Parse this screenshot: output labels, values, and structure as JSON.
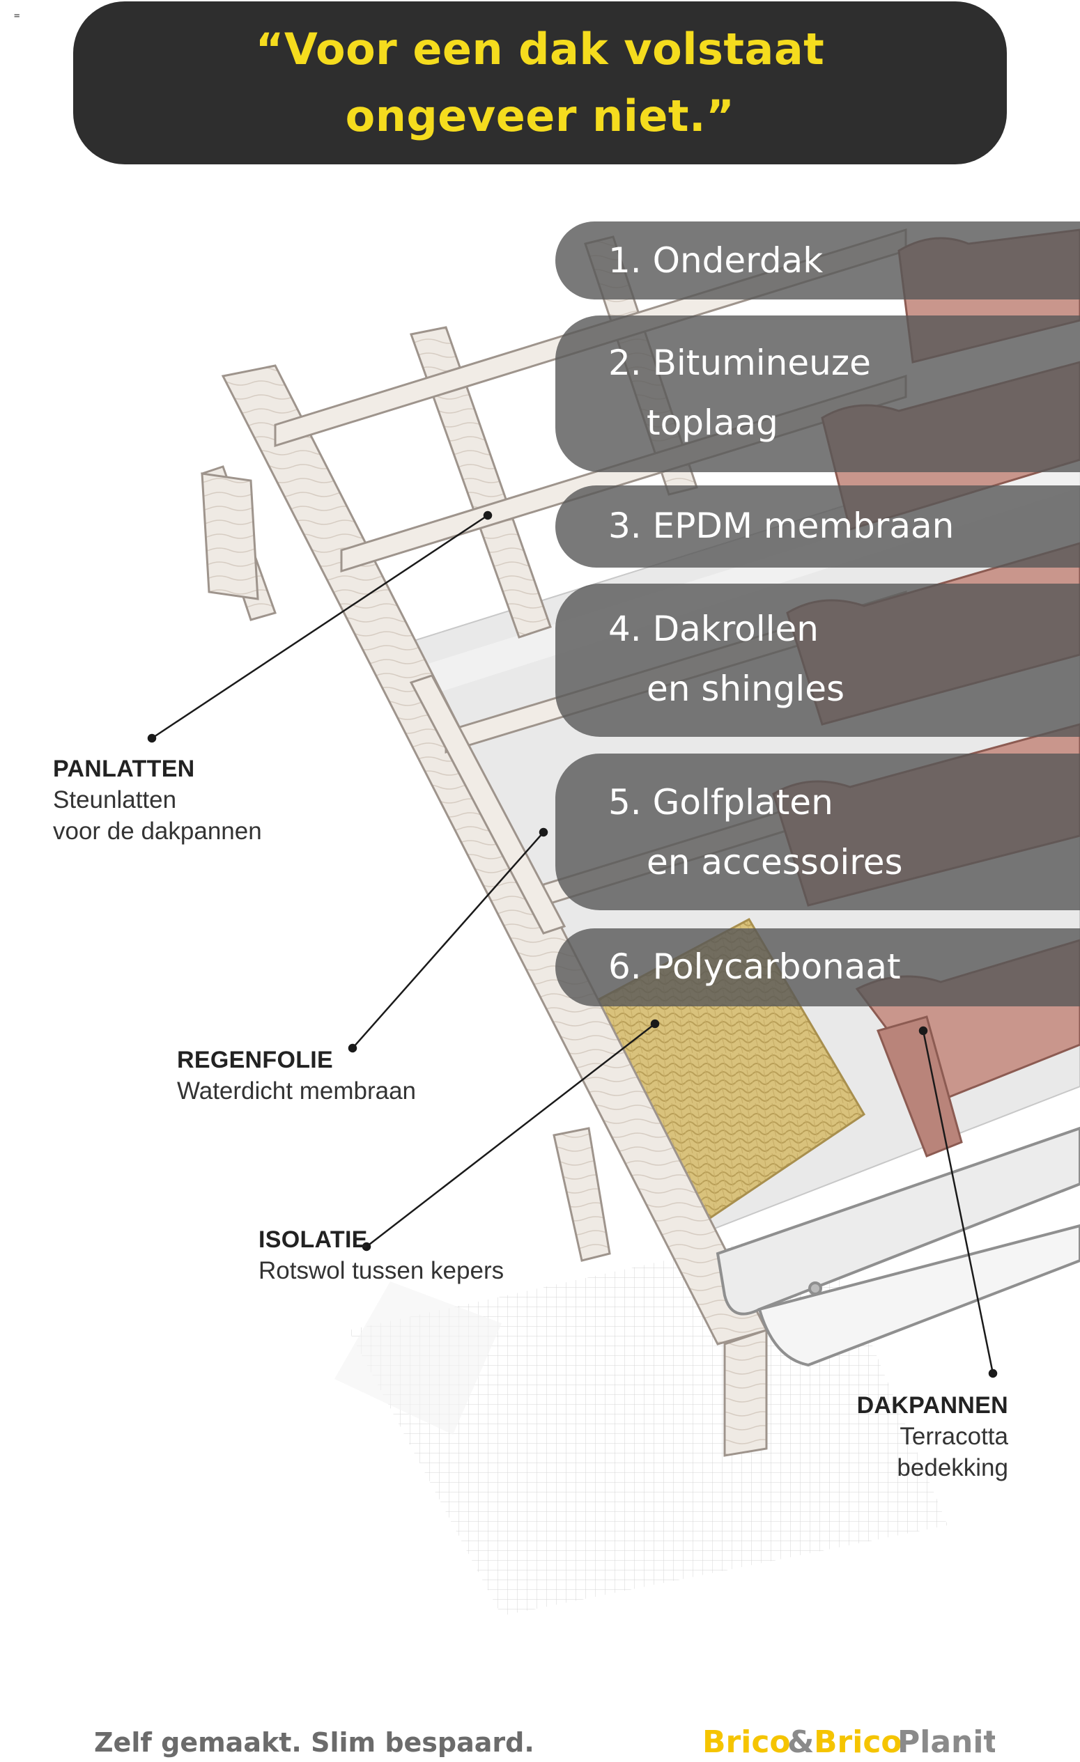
{
  "corner_mark": "=",
  "header": {
    "line1": "“Voor een dak volstaat",
    "line2": "ongeveer niet.”"
  },
  "menu": [
    {
      "line1": "1. Onderdak",
      "line2": ""
    },
    {
      "line1": "2. Bitumineuze",
      "line2": "toplaag"
    },
    {
      "line1": "3. EPDM membraan",
      "line2": ""
    },
    {
      "line1": "4. Dakrollen",
      "line2": "en shingles"
    },
    {
      "line1": "5. Golfplaten",
      "line2": "en accessoires"
    },
    {
      "line1": "6. Polycarbonaat",
      "line2": ""
    }
  ],
  "callouts": {
    "panlatten": {
      "title": "PANLATTEN",
      "sub1": "Steunlatten",
      "sub2": "voor de dakpannen"
    },
    "regenfolie": {
      "title": "REGENFOLIE",
      "sub1": "Waterdicht membraan"
    },
    "isolatie": {
      "title": "ISOLATIE",
      "sub1": "Rotswol tussen kepers"
    },
    "dakpannen": {
      "title": "DAKPANNEN",
      "sub1": "Terracotta",
      "sub2": "bedekking"
    }
  },
  "footer": {
    "slogan": "Zelf gemaakt. Slim bespaard.",
    "logo_part1": "Brico",
    "logo_amp": "&",
    "logo_part2": "Brico",
    "logo_part3": "Planit"
  },
  "colors": {
    "header_bg": "#2e2e2e",
    "header_text": "#f5dc1e",
    "menu_bg": "#585858",
    "logo_yellow": "#f5c400",
    "logo_grey": "#8a8a8a",
    "tile_terracotta": "#c9968c",
    "insulation": "#d9c27c",
    "wood_sketch": "#b9ada4"
  }
}
